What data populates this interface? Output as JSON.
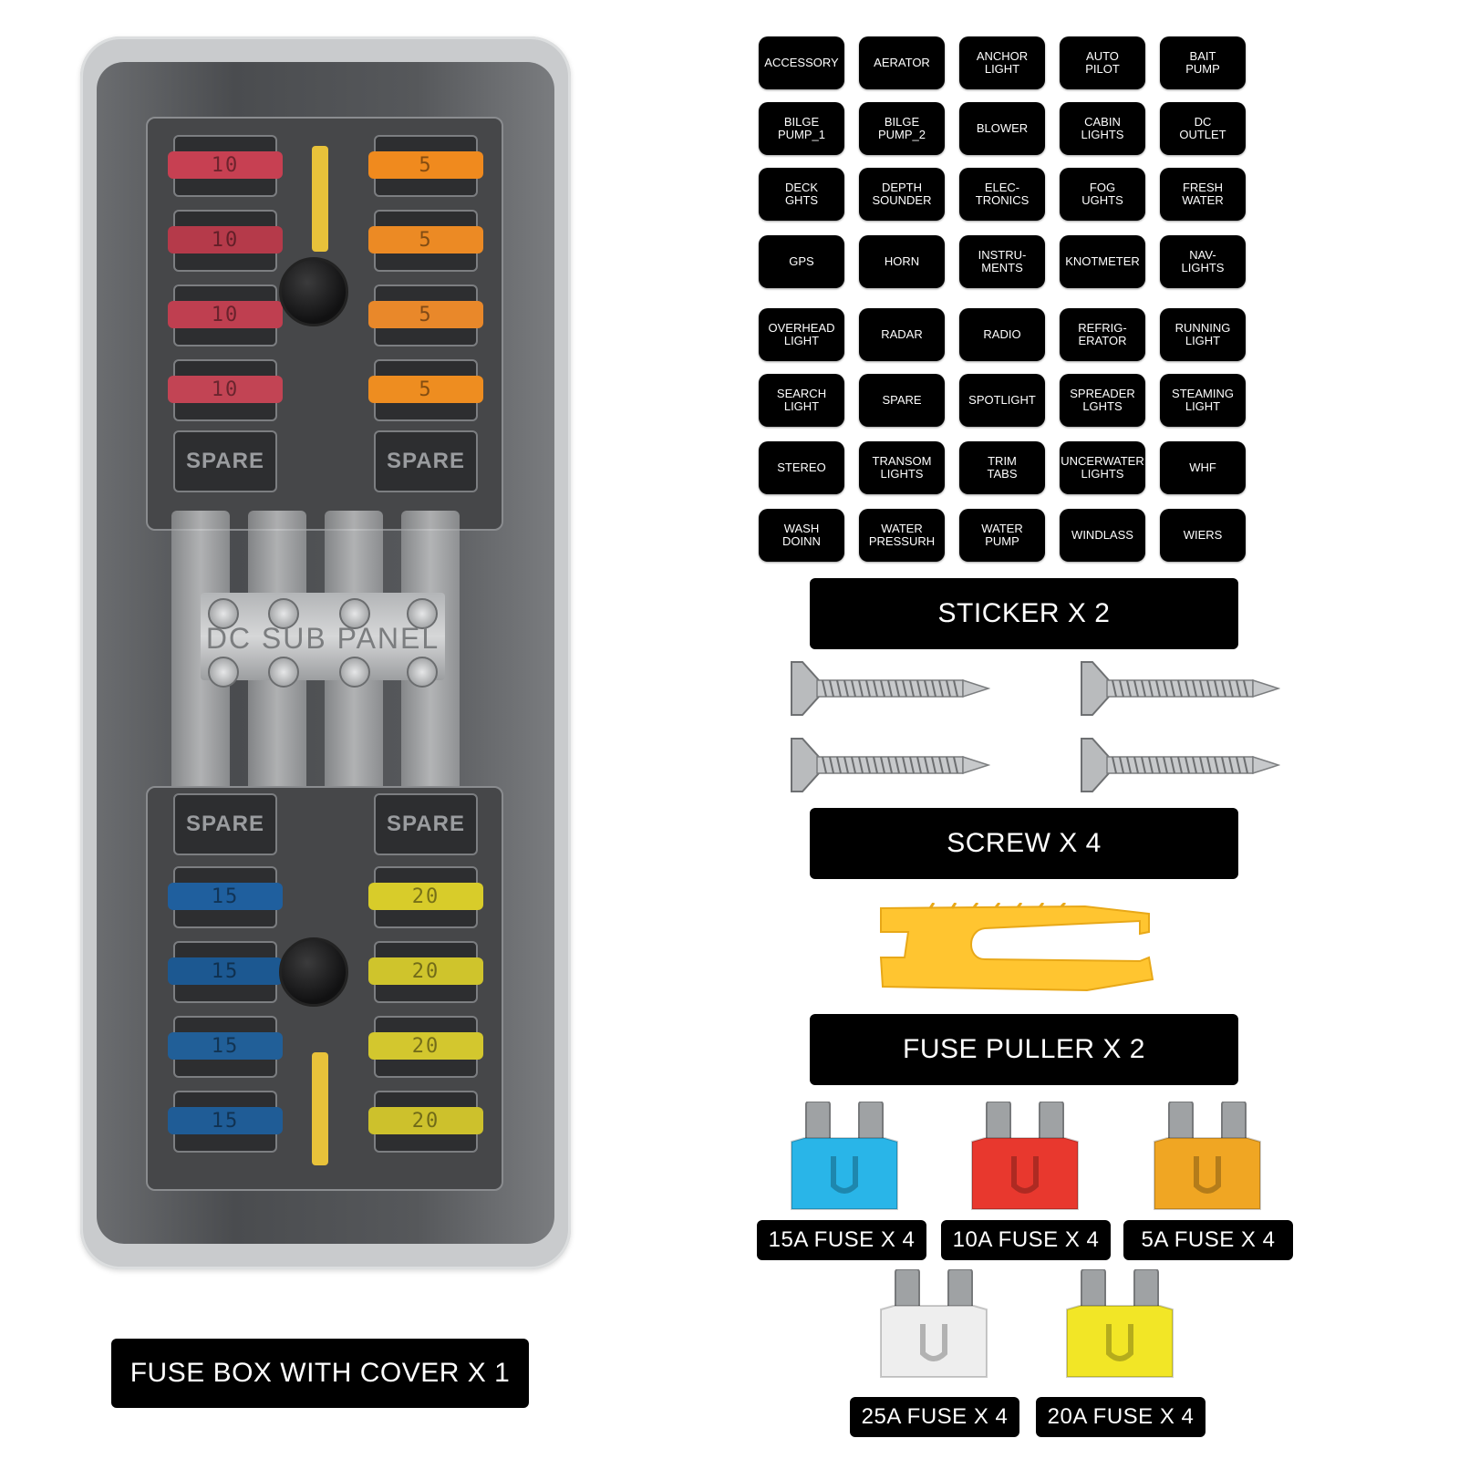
{
  "fusebox": {
    "top_left_values": [
      "10",
      "10",
      "10",
      "10"
    ],
    "top_right_values": [
      "5",
      "5",
      "5",
      "5"
    ],
    "top_spares": [
      "SPARE",
      "SPARE"
    ],
    "bottom_spares": [
      "SPARE",
      "SPARE"
    ],
    "bottom_left_values": [
      "15",
      "15",
      "15",
      "15"
    ],
    "bottom_right_values": [
      "20",
      "20",
      "20",
      "20"
    ],
    "busbar_text": "DC SUB PANEL",
    "label": "FUSE BOX WITH COVER X 1"
  },
  "stickers": {
    "items": [
      "ACCESSORY",
      "AERATOR",
      "ANCHOR\nLIGHT",
      "AUTO\nPILOT",
      "BAIT\nPUMP",
      "BILGE\nPUMP_1",
      "BILGE\nPUMP_2",
      "BLOWER",
      "CABIN\nLIGHTS",
      "DC\nOUTLET",
      "DECK\nGHTS",
      "DEPTH\nSOUNDER",
      "ELEC-\nTRONICS",
      "FOG\nUGHTS",
      "FRESH\nWATER",
      "GPS",
      "HORN",
      "INSTRU-\nMENTS",
      "KNOTMETER",
      "NAV-\nLIGHTS",
      "OVERHEAD\nLIGHT",
      "RADAR",
      "RADIO",
      "REFRIG-\nERATOR",
      "RUNNING\nLIGHT",
      "SEARCH\nLIGHT",
      "SPARE",
      "SPOTLIGHT",
      "SPREADER\nLGHTS",
      "STEAMING\nLIGHT",
      "STEREO",
      "TRANSOM\nLIGHTS",
      "TRIM\nTABS",
      "UNCERWATER\nLIGHTS",
      "WHF",
      "WASH\nDOINN",
      "WATER\nPRESSURH",
      "WATER\nPUMP",
      "WINDLASS",
      "WIERS"
    ],
    "label": "STICKER X 2"
  },
  "screws": {
    "label": "SCREW X 4"
  },
  "puller": {
    "label": "FUSE PULLER X 2"
  },
  "fuses": {
    "items": [
      {
        "label": "15A FUSE X 4",
        "color": "#29b5e8"
      },
      {
        "label": "10A FUSE X 4",
        "color": "#e8382e"
      },
      {
        "label": "5A FUSE X 4",
        "color": "#f0a623"
      },
      {
        "label": "25A FUSE X 4",
        "color": "#eeeeee"
      },
      {
        "label": "20A FUSE X 4",
        "color": "#f2e626"
      }
    ]
  },
  "colors": {
    "fuse_10": "#c74052",
    "fuse_5": "#f08a1e",
    "fuse_15": "#1f5f9e",
    "fuse_20": "#d8cc2a",
    "busbar": "#e8c23a",
    "puller": "#ffc530"
  }
}
